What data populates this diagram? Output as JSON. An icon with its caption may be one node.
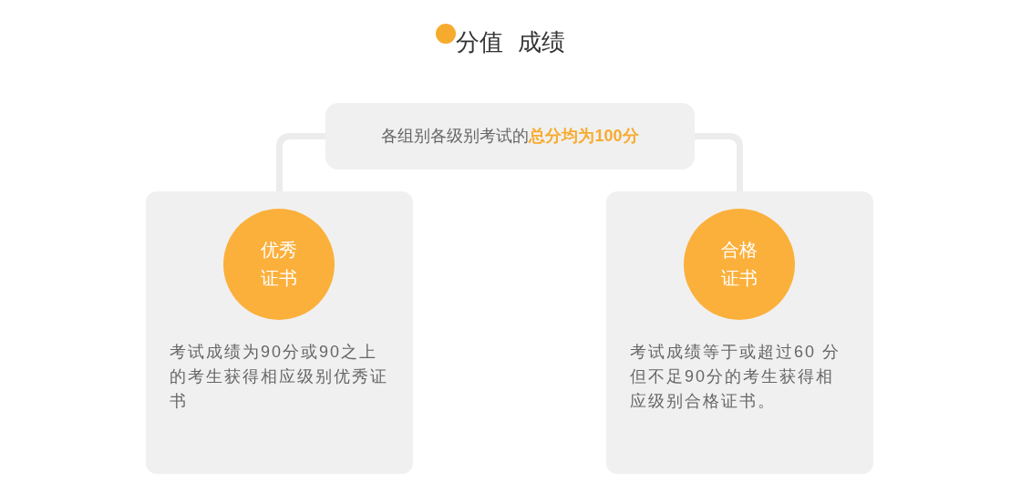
{
  "diagram": {
    "title": "分值 成绩",
    "nodes": [
      {
        "text": [
          "各组别各级别考试的**总分均为100分**"
        ]
      },
      {
        "text": [
          "考试成绩为90分或90之上的考生获得相应级别优秀证书"
        ]
      },
      {
        "text": [
          "优秀证书"
        ],
        "in": 1
      },
      {
        "text": [
          "考试成绩等于或超过60 分但不足90分的考生获得相应级别合格证书。"
        ]
      },
      {
        "text": [
          "合格证书"
        ],
        "in": 3
      }
    ],
    "edges": [
      {
        "from": 0,
        "to": 1,
        "arrow": "none"
      },
      {
        "from": 0,
        "to": 3,
        "arrow": "none"
      }
    ]
  }
}
